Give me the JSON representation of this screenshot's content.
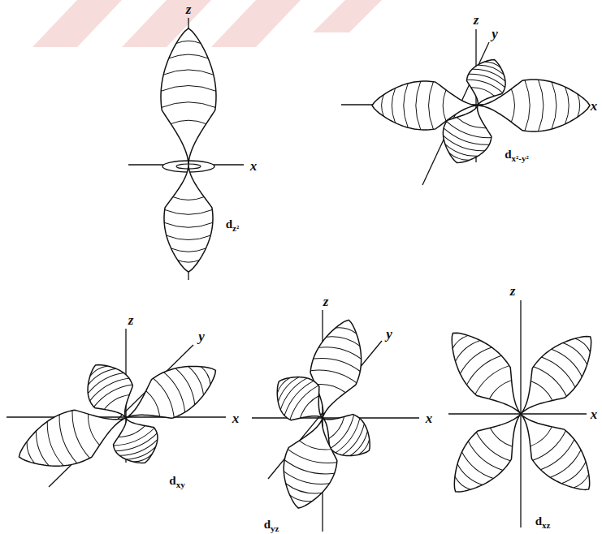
{
  "diagram": {
    "labels": [
      "z",
      "x",
      "dz²",
      "z",
      "y",
      "x",
      "dx²-y²",
      "z",
      "y",
      "x",
      "dxy",
      "z",
      "y",
      "x",
      "dyz",
      "z",
      "x",
      "dxz"
    ]
  }
}
